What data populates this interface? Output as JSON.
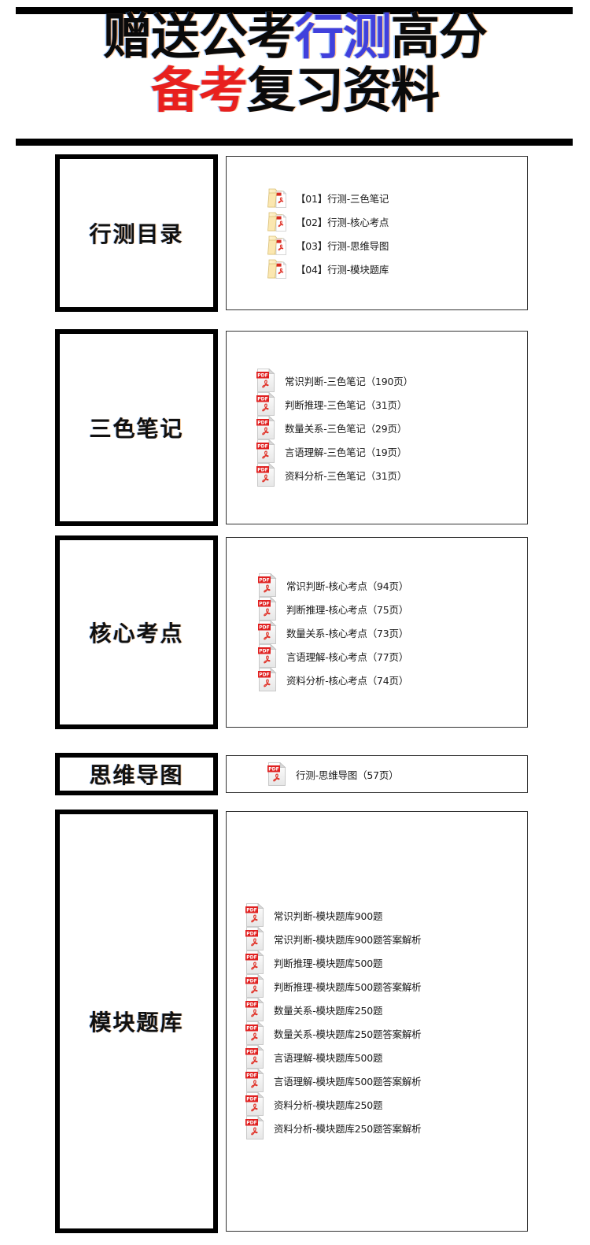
{
  "header": {
    "title_line_1": [
      {
        "text": "赠送公考",
        "color": "black"
      },
      {
        "text": "行测",
        "color": "blue"
      },
      {
        "text": "高分",
        "color": "black"
      }
    ],
    "title_line_2": [
      {
        "text": "备考",
        "color": "red"
      },
      {
        "text": "复习资料",
        "color": "black"
      }
    ],
    "colors": {
      "blue": "#4040DC",
      "red": "#E8201E",
      "black": "#0a0a0a"
    }
  },
  "sections": [
    {
      "label": "行测目录",
      "icon": "folder-pdf-icon",
      "items": [
        "【01】行测-三色笔记",
        "【02】行测-核心考点",
        "【03】行测-思维导图",
        "【04】行测-模块题库"
      ]
    },
    {
      "label": "三色笔记",
      "icon": "pdf-icon",
      "items": [
        "常识判断-三色笔记（190页）",
        "判断推理-三色笔记（31页）",
        "数量关系-三色笔记（29页）",
        "言语理解-三色笔记（19页）",
        "资料分析-三色笔记（31页）"
      ]
    },
    {
      "label": "核心考点",
      "icon": "pdf-icon",
      "items": [
        "常识判断-核心考点（94页）",
        "判断推理-核心考点（75页）",
        "数量关系-核心考点（73页）",
        "言语理解-核心考点（77页）",
        "资料分析-核心考点（74页）"
      ]
    },
    {
      "label": "思维导图",
      "icon": "pdf-icon",
      "items": [
        "行测-思维导图（57页）"
      ]
    },
    {
      "label": "模块题库",
      "icon": "pdf-icon",
      "items": [
        "常识判断-模块题库900题",
        "常识判断-模块题库900题答案解析",
        "判断推理-模块题库500题",
        "判断推理-模块题库500题答案解析",
        "数量关系-模块题库250题",
        "数量关系-模块题库250题答案解析",
        "言语理解-模块题库500题",
        "言语理解-模块题库500题答案解析",
        "资料分析-模块题库250题",
        "资料分析-模块题库250题答案解析"
      ]
    }
  ]
}
